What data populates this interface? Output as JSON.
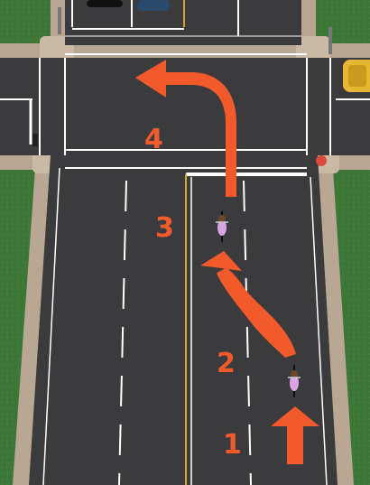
{
  "diagram": {
    "steps": [
      {
        "number": "1"
      },
      {
        "number": "2"
      },
      {
        "number": "3"
      },
      {
        "number": "4"
      }
    ]
  },
  "colors": {
    "arrow": "#f25a2b",
    "asphalt": "#3b3b3d",
    "grass": "#3f7a3a",
    "sidewalk": "#b9a793",
    "lane_white": "#ffffff",
    "lane_yellow": "#d6a32c",
    "car_yellow": "#e8b731"
  }
}
